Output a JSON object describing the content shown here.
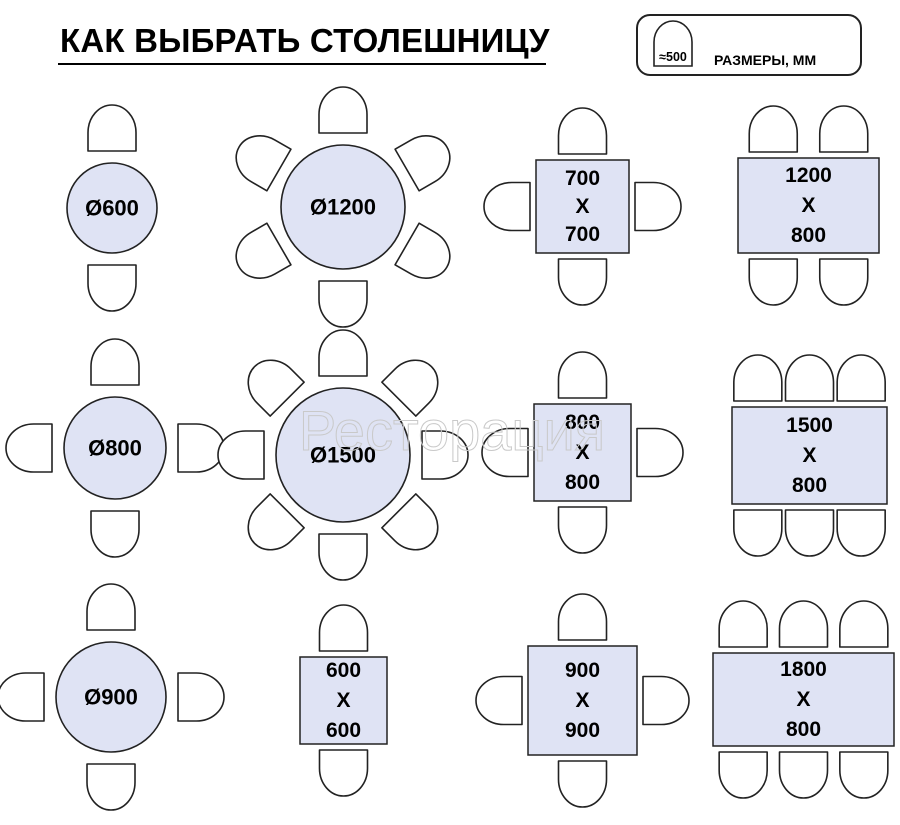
{
  "title": "КАК ВЫБРАТЬ СТОЛЕШНИЦУ",
  "legend": {
    "chair_size": "≈500",
    "units_label": "РАЗМЕРЫ, ММ"
  },
  "watermark": "Ресторация",
  "colors": {
    "table_fill": "#dfe3f4",
    "stroke": "#222222",
    "text": "#000000"
  },
  "tables": [
    {
      "id": "round-600",
      "shape": "round",
      "label": "Ø600",
      "chairs": 2
    },
    {
      "id": "round-1200",
      "shape": "round",
      "label": "Ø1200",
      "chairs": 6
    },
    {
      "id": "square-700x700",
      "shape": "rect",
      "lines": [
        "700",
        "X",
        "700"
      ],
      "chairs": 4
    },
    {
      "id": "rect-1200x800",
      "shape": "rect",
      "lines": [
        "1200",
        "X",
        "800"
      ],
      "chairs": 4
    },
    {
      "id": "round-800",
      "shape": "round",
      "label": "Ø800",
      "chairs": 4
    },
    {
      "id": "round-1500",
      "shape": "round",
      "label": "Ø1500",
      "chairs": 8
    },
    {
      "id": "square-800x800",
      "shape": "rect",
      "lines": [
        "800",
        "X",
        "800"
      ],
      "chairs": 4
    },
    {
      "id": "rect-1500x800",
      "shape": "rect",
      "lines": [
        "1500",
        "X",
        "800"
      ],
      "chairs": 6
    },
    {
      "id": "round-900",
      "shape": "round",
      "label": "Ø900",
      "chairs": 4
    },
    {
      "id": "square-600x600",
      "shape": "rect",
      "lines": [
        "600",
        "X",
        "600"
      ],
      "chairs": 2
    },
    {
      "id": "square-900x900",
      "shape": "rect",
      "lines": [
        "900",
        "X",
        "900"
      ],
      "chairs": 4
    },
    {
      "id": "rect-1800x800",
      "shape": "rect",
      "lines": [
        "1800",
        "X",
        "800"
      ],
      "chairs": 6
    }
  ]
}
